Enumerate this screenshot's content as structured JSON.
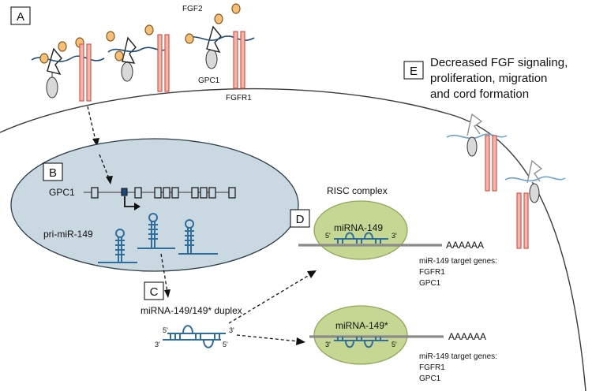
{
  "panel_labels": {
    "a": "A",
    "b": "B",
    "c": "C",
    "d": "D",
    "e": "E"
  },
  "labels": {
    "fgf2": "FGF2",
    "gpc1_membrane": "GPC1",
    "fgfr1_membrane": "FGFR1",
    "gpc1_gene": "GPC1",
    "pri_mir": "pri-miR-149",
    "duplex": "miRNA-149/149* duplex",
    "risc": "RISC complex",
    "mirna149": "miRNA-149",
    "mirna149_star": "miRNA-149*",
    "polya_top": "AAAAAA",
    "polya_bottom": "AAAAAA",
    "targets_title_top": "miR-149 target genes:",
    "targets_1_top": "FGFR1",
    "targets_2_top": "GPC1",
    "targets_title_bottom": "miR-149 target genes:",
    "targets_1_bottom": "FGFR1",
    "targets_2_bottom": "GPC1",
    "e_line1": "Decreased FGF signaling,",
    "e_line2": "proliferation, migration",
    "e_line3": "and cord formation",
    "five_prime": "5'",
    "three_prime": "3'"
  },
  "colors": {
    "nucleus_fill": "#c9d8e1",
    "risc_fill": "#c5d792",
    "receptor_fill": "#f2b7ac",
    "receptor_stroke": "#d2584e",
    "fgf_fill": "#f5c07a",
    "fgf_stroke": "#8a5a1c",
    "rna_blue": "#2f6d9c",
    "hs_chain": "#1d4a78",
    "light_chain": "#6fa3cf"
  }
}
